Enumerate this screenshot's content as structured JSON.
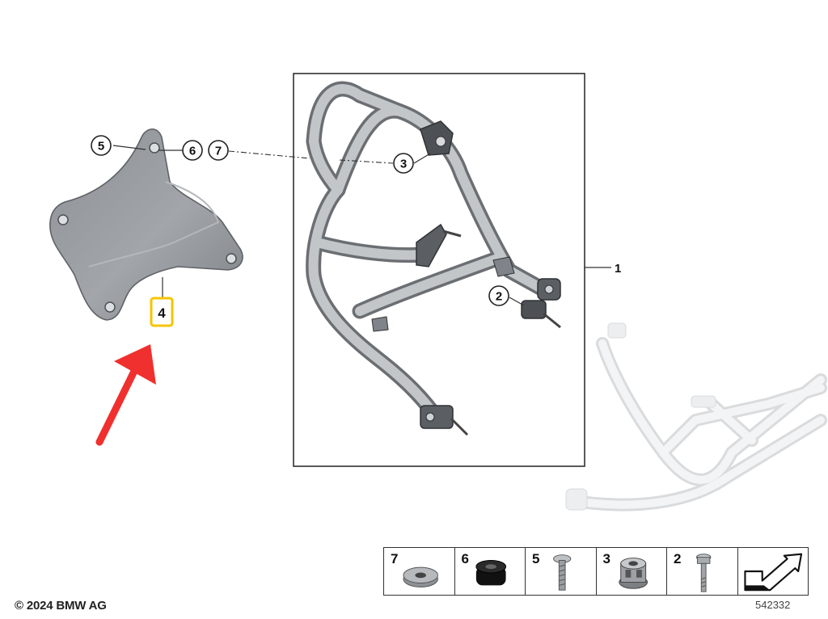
{
  "callouts": [
    {
      "id": "c1",
      "label": "1"
    },
    {
      "id": "c2",
      "label": "2"
    },
    {
      "id": "c3",
      "label": "3"
    },
    {
      "id": "c4",
      "label": "4"
    },
    {
      "id": "c5",
      "label": "5"
    },
    {
      "id": "c6",
      "label": "6"
    },
    {
      "id": "c7",
      "label": "7"
    }
  ],
  "highlight": {
    "color": "#f5c400",
    "arrow_color": "#f0302e"
  },
  "legend": {
    "items": [
      {
        "number": "7",
        "part_icon": "washer-icon"
      },
      {
        "number": "6",
        "part_icon": "rubber-grommet-icon"
      },
      {
        "number": "5",
        "part_icon": "screw-icon"
      },
      {
        "number": "3",
        "part_icon": "spacer-nut-icon"
      },
      {
        "number": "2",
        "part_icon": "bolt-icon"
      }
    ],
    "direction_icon": "arrow-icon"
  },
  "footer": {
    "copyright": "© 2024 BMW AG",
    "diagram_number": "542332"
  }
}
